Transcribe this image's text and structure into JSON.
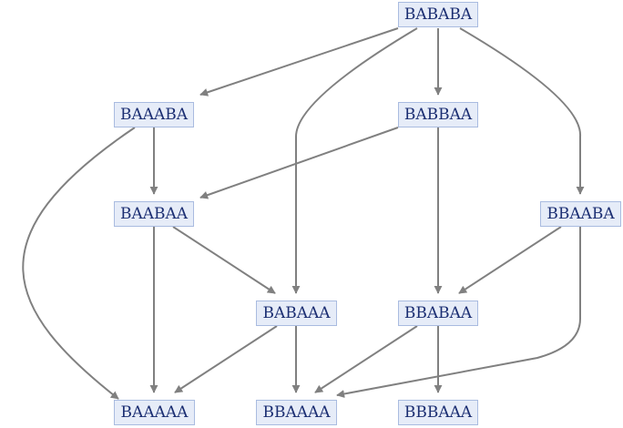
{
  "nodes": [
    {
      "id": "n0",
      "label": "BABABA"
    },
    {
      "id": "n1",
      "label": "BAAABA"
    },
    {
      "id": "n2",
      "label": "BABBAA"
    },
    {
      "id": "n3",
      "label": "BAABAA"
    },
    {
      "id": "n4",
      "label": "BBAABA"
    },
    {
      "id": "n5",
      "label": "BABAAA"
    },
    {
      "id": "n6",
      "label": "BBABAA"
    },
    {
      "id": "n7",
      "label": "BAAAAA"
    },
    {
      "id": "n8",
      "label": "BBAAAA"
    },
    {
      "id": "n9",
      "label": "BBBAAA"
    }
  ],
  "edges": [
    [
      "n0",
      "n1"
    ],
    [
      "n0",
      "n2"
    ],
    [
      "n0",
      "n4"
    ],
    [
      "n0",
      "n5"
    ],
    [
      "n1",
      "n3"
    ],
    [
      "n1",
      "n7"
    ],
    [
      "n2",
      "n3"
    ],
    [
      "n2",
      "n6"
    ],
    [
      "n3",
      "n5"
    ],
    [
      "n3",
      "n7"
    ],
    [
      "n4",
      "n6"
    ],
    [
      "n4",
      "n8"
    ],
    [
      "n5",
      "n7"
    ],
    [
      "n5",
      "n8"
    ],
    [
      "n6",
      "n8"
    ],
    [
      "n6",
      "n9"
    ]
  ]
}
